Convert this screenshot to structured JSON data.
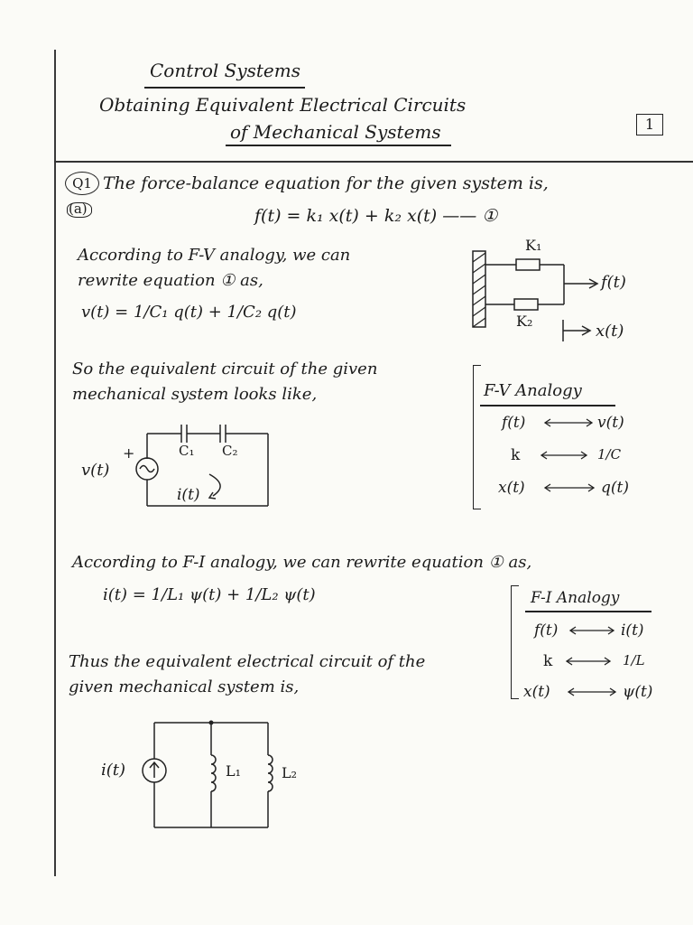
{
  "header": {
    "title": "Control Systems",
    "subtitle_line1": "Obtaining Equivalent Electrical Circuits",
    "subtitle_line2": "of Mechanical Systems",
    "page_number": "1"
  },
  "q1": {
    "label": "Q1",
    "part": "(a)",
    "intro": "The force-balance equation for the given system is,",
    "equation": "f(t) = k₁ x(t) + k₂ x(t) —— ①",
    "equation_ref": "1"
  },
  "fv": {
    "line1": "According to F-V analogy, we can",
    "line2": "rewrite equation ① as,",
    "equation": "v(t) = 1/C₁ q(t) + 1/C₂ q(t)",
    "result1": "So the equivalent circuit of the given",
    "result2": "mechanical system looks like,",
    "circuit": {
      "source": "v(t)",
      "plus": "+",
      "c1": "C₁",
      "c2": "C₂",
      "current": "i(t)"
    },
    "table_title": "F-V Analogy",
    "rows": [
      {
        "left": "f(t)",
        "right": "v(t)"
      },
      {
        "left": "k",
        "right": "1/C"
      },
      {
        "left": "x(t)",
        "right": "q(t)"
      }
    ]
  },
  "mech": {
    "k1": "K₁",
    "k2": "K₂",
    "force": "f(t)",
    "disp": "x(t)"
  },
  "fi": {
    "line1": "According to F-I analogy, we can rewrite equation ① as,",
    "equation": "i(t) = 1/L₁ ψ(t) + 1/L₂ ψ(t)",
    "result1": "Thus the equivalent electrical circuit of the",
    "result2": "given mechanical system is,",
    "table_title": "F-I Analogy",
    "rows": [
      {
        "left": "f(t)",
        "right": "i(t)"
      },
      {
        "left": "k",
        "right": "1/L"
      },
      {
        "left": "x(t)",
        "right": "ψ(t)"
      }
    ],
    "circuit": {
      "source": "i(t)",
      "l1": "L₁",
      "l2": "L₂"
    }
  }
}
